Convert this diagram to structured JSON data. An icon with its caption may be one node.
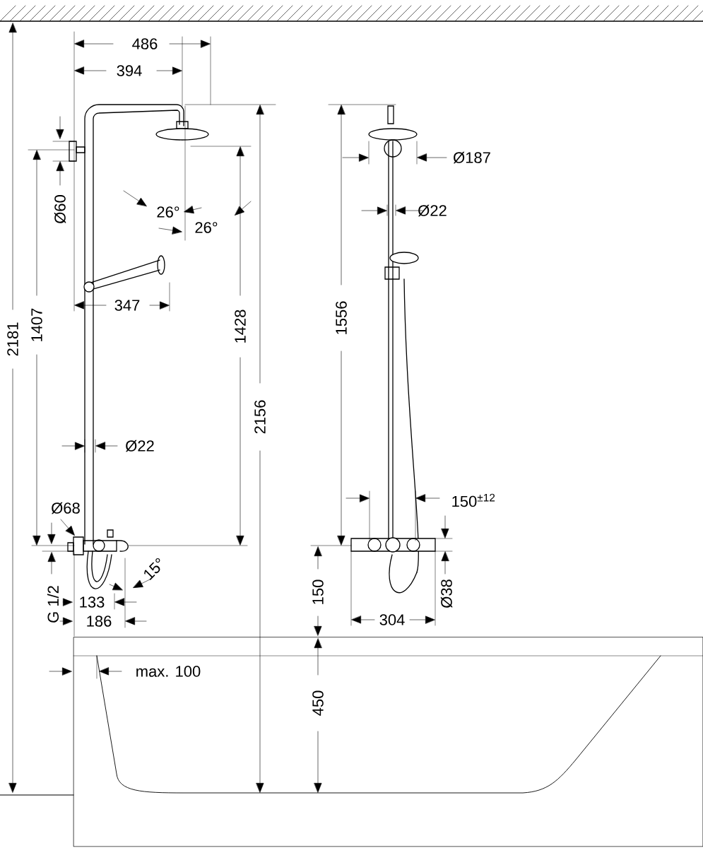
{
  "diagram": {
    "labels": [
      "486",
      "394",
      "Ø187",
      "Ø60",
      "26°",
      "26°",
      "Ø22",
      "347",
      "2181",
      "1407",
      "1428",
      "1556",
      "2156",
      "Ø22",
      "150$^{±12}$",
      "Ø68",
      "15°",
      "150",
      "Ø38",
      "G 1/2",
      "133",
      "186",
      "304",
      "max. 100",
      "450"
    ]
  }
}
